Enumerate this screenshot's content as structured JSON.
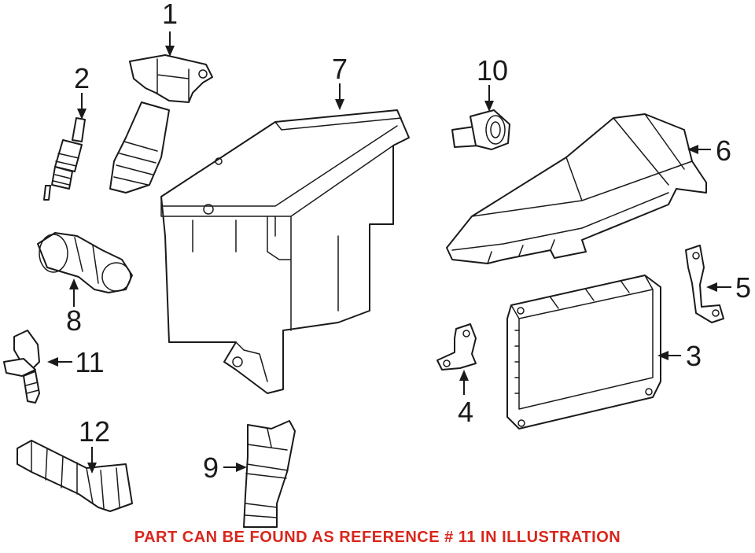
{
  "callouts": {
    "c1": "1",
    "c2": "2",
    "c3": "3",
    "c4": "4",
    "c5": "5",
    "c6": "6",
    "c7": "7",
    "c8": "8",
    "c9": "9",
    "c10": "10",
    "c11": "11",
    "c12": "12"
  },
  "footer": {
    "note": "PART CAN BE FOUND AS REFERENCE # 11 IN ILLUSTRATION",
    "color": "#d9261c"
  }
}
